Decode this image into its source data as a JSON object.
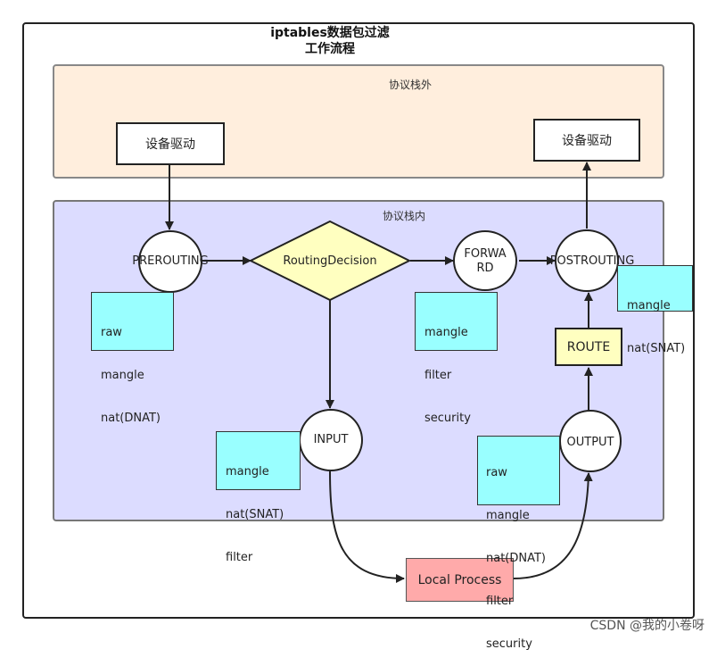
{
  "title_line1": "iptables数据包过滤",
  "title_line2": "工作流程",
  "zones": {
    "outside": "协议栈外",
    "inside": "协议栈内"
  },
  "driver_in": "设备驱动",
  "driver_out": "设备驱动",
  "nodes": {
    "prerouting": "PREROUTING",
    "routing_decision": "RoutingDecision",
    "forward_line1": "FORWA",
    "forward_line2": "RD",
    "postrouting": "POSTROUTING",
    "input": "INPUT",
    "output": "OUTPUT",
    "route": "ROUTE",
    "local_process": "Local Process"
  },
  "tables": {
    "prerouting": [
      "raw",
      "mangle",
      "nat(DNAT)"
    ],
    "forward": [
      "mangle",
      "filter",
      "security"
    ],
    "postrouting": [
      "mangle",
      "nat(SNAT)"
    ],
    "input": [
      "mangle",
      "nat(SNAT)",
      "filter"
    ],
    "output": [
      "raw",
      "mangle",
      "nat(DNAT)",
      "filter",
      "security"
    ]
  },
  "colors": {
    "outside_zone": "#ffeedd",
    "inside_zone": "#dcdcff",
    "table_note": "#99ffff",
    "decision": "#ffffc0",
    "local_process": "#ffaaaa"
  },
  "watermark": "CSDN @我的小卷呀"
}
